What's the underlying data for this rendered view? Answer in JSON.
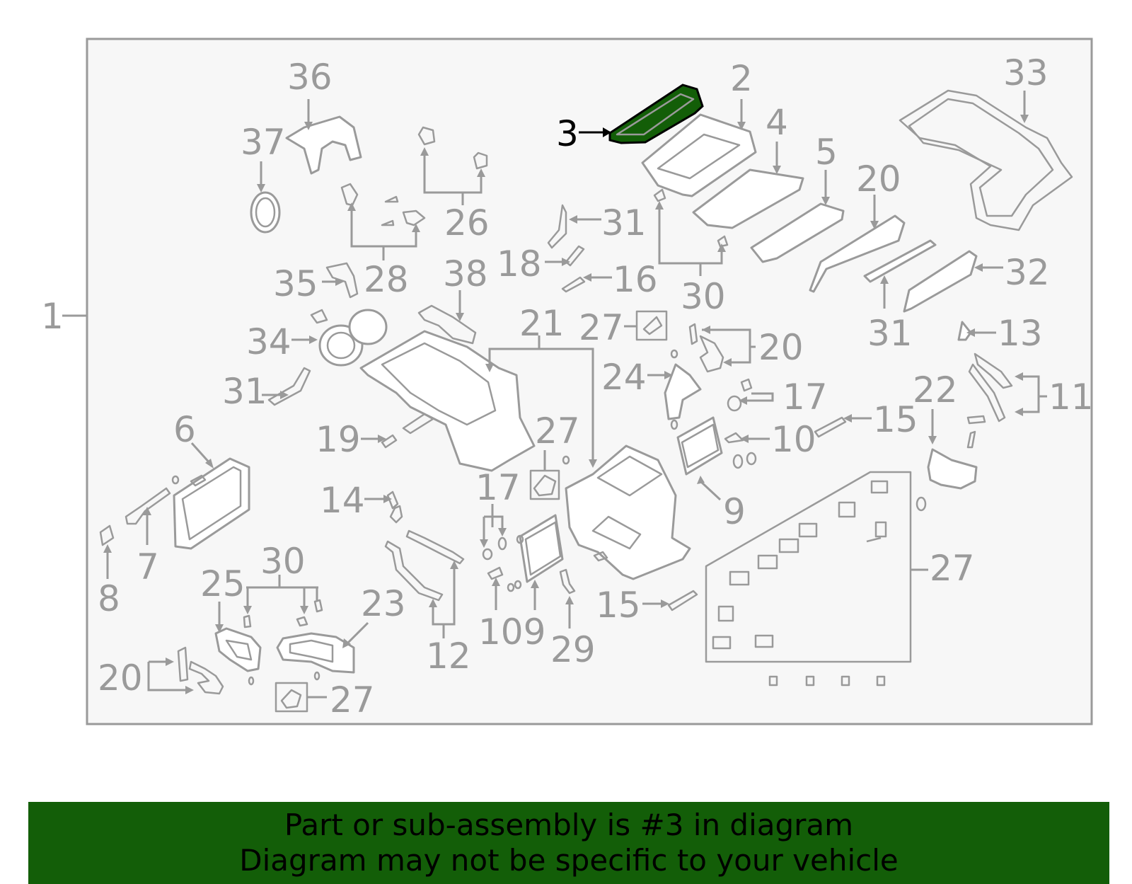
{
  "diagram": {
    "highlight_color": "#135e08",
    "highlighted_part": "3",
    "callouts": [
      {
        "id": "c1",
        "label": "1"
      },
      {
        "id": "c2",
        "label": "2"
      },
      {
        "id": "c3",
        "label": "3"
      },
      {
        "id": "c4",
        "label": "4"
      },
      {
        "id": "c5",
        "label": "5"
      },
      {
        "id": "c6",
        "label": "6"
      },
      {
        "id": "c7",
        "label": "7"
      },
      {
        "id": "c8",
        "label": "8"
      },
      {
        "id": "c9",
        "label": "9"
      },
      {
        "id": "c10a",
        "label": "10"
      },
      {
        "id": "c109",
        "label": "109"
      },
      {
        "id": "c11",
        "label": "11"
      },
      {
        "id": "c12",
        "label": "12"
      },
      {
        "id": "c13",
        "label": "13"
      },
      {
        "id": "c14",
        "label": "14"
      },
      {
        "id": "c15a",
        "label": "15"
      },
      {
        "id": "c15b",
        "label": "15"
      },
      {
        "id": "c16",
        "label": "16"
      },
      {
        "id": "c17a",
        "label": "17"
      },
      {
        "id": "c17b",
        "label": "17"
      },
      {
        "id": "c18",
        "label": "18"
      },
      {
        "id": "c19",
        "label": "19"
      },
      {
        "id": "c20a",
        "label": "20"
      },
      {
        "id": "c20b",
        "label": "20"
      },
      {
        "id": "c20c",
        "label": "20"
      },
      {
        "id": "c21",
        "label": "21"
      },
      {
        "id": "c22",
        "label": "22"
      },
      {
        "id": "c23",
        "label": "23"
      },
      {
        "id": "c24",
        "label": "24"
      },
      {
        "id": "c25",
        "label": "25"
      },
      {
        "id": "c26",
        "label": "26"
      },
      {
        "id": "c27a",
        "label": "27"
      },
      {
        "id": "c27b",
        "label": "27"
      },
      {
        "id": "c27c",
        "label": "27"
      },
      {
        "id": "c27d",
        "label": "27"
      },
      {
        "id": "c28",
        "label": "28"
      },
      {
        "id": "c29",
        "label": "29"
      },
      {
        "id": "c30a",
        "label": "30"
      },
      {
        "id": "c30b",
        "label": "30"
      },
      {
        "id": "c31a",
        "label": "31"
      },
      {
        "id": "c31b",
        "label": "31"
      },
      {
        "id": "c31c",
        "label": "31"
      },
      {
        "id": "c32",
        "label": "32"
      },
      {
        "id": "c33",
        "label": "33"
      },
      {
        "id": "c34",
        "label": "34"
      },
      {
        "id": "c35",
        "label": "35"
      },
      {
        "id": "c36",
        "label": "36"
      },
      {
        "id": "c37",
        "label": "37"
      },
      {
        "id": "c38",
        "label": "38"
      }
    ]
  },
  "banner": {
    "line1": "Part or sub-assembly is #3 in diagram",
    "line2": "Diagram may not be specific to your vehicle",
    "background": "#135e08"
  }
}
